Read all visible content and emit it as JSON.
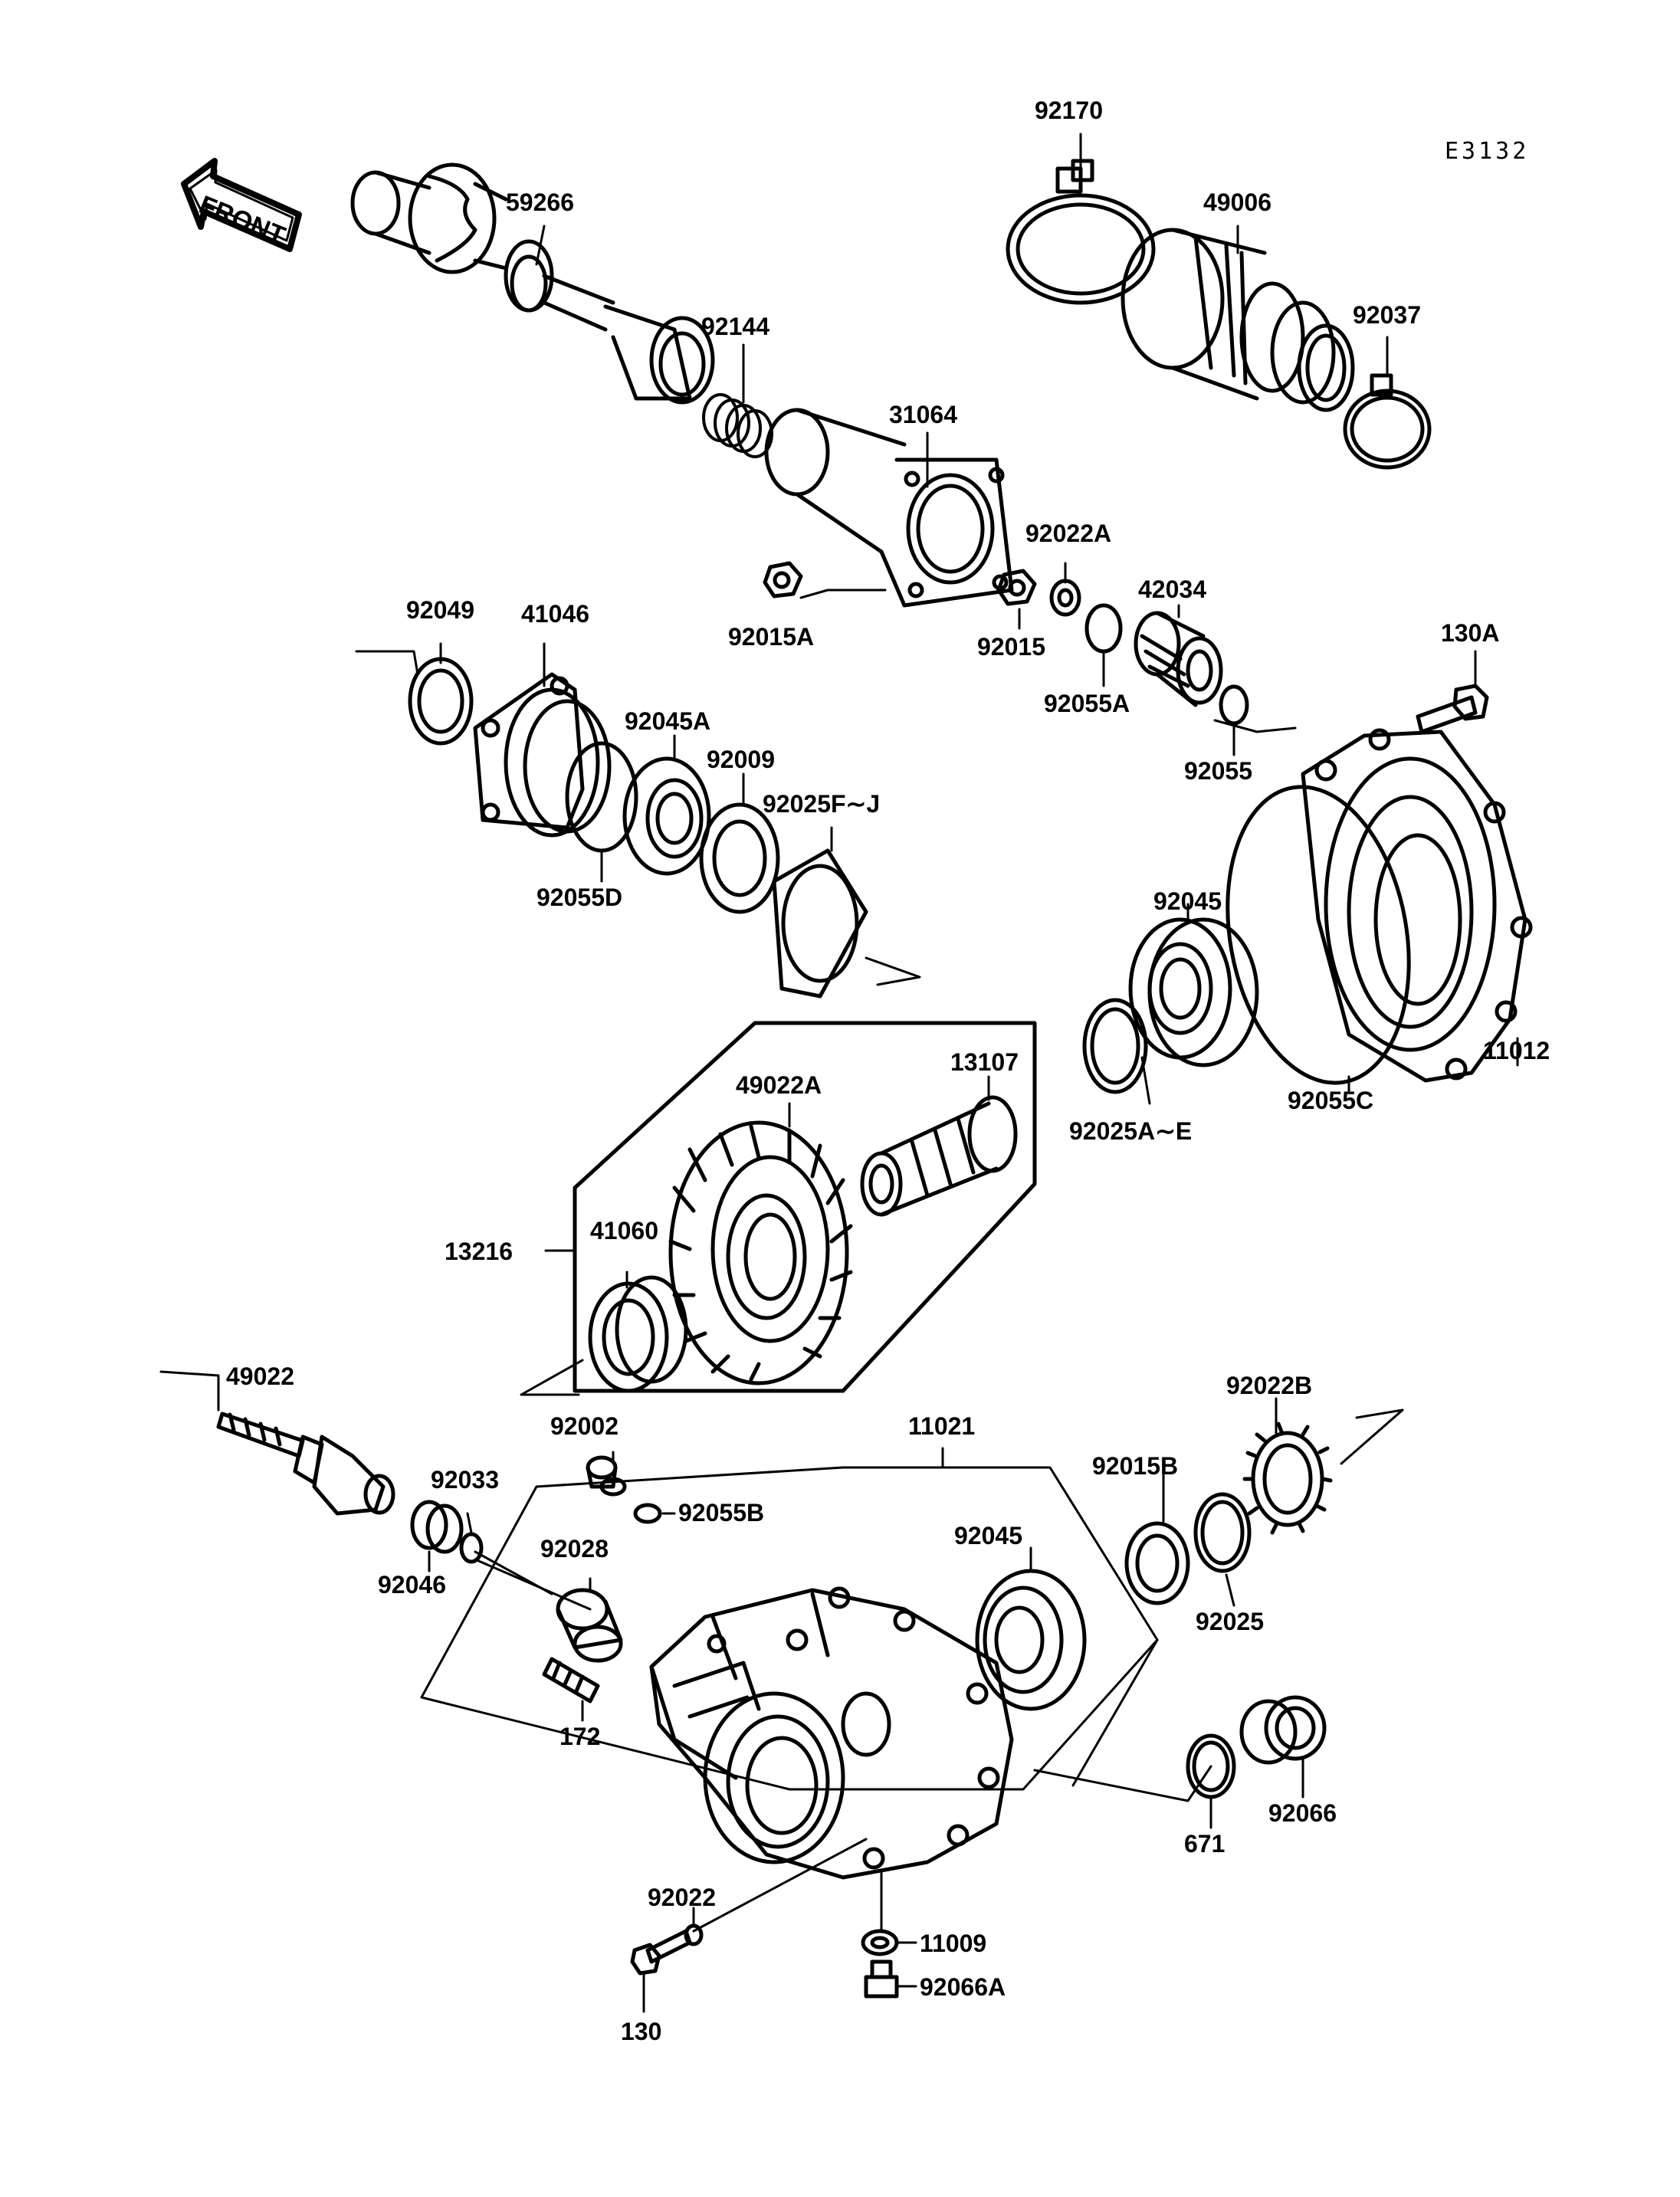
{
  "diagram_code": "E3132",
  "front_arrow": "FRONT",
  "parts": [
    {
      "id": "p92170",
      "label": "92170"
    },
    {
      "id": "p49006",
      "label": "49006"
    },
    {
      "id": "p92037",
      "label": "92037"
    },
    {
      "id": "p59266",
      "label": "59266"
    },
    {
      "id": "p92144",
      "label": "92144"
    },
    {
      "id": "p31064",
      "label": "31064"
    },
    {
      "id": "p92022A",
      "label": "92022A"
    },
    {
      "id": "p42034",
      "label": "42034"
    },
    {
      "id": "p92015A",
      "label": "92015A"
    },
    {
      "id": "p92015",
      "label": "92015"
    },
    {
      "id": "p92055A",
      "label": "92055A"
    },
    {
      "id": "p130A",
      "label": "130A"
    },
    {
      "id": "p92055",
      "label": "92055"
    },
    {
      "id": "p92049",
      "label": "92049"
    },
    {
      "id": "p41046",
      "label": "41046"
    },
    {
      "id": "p92045A",
      "label": "92045A"
    },
    {
      "id": "p92009",
      "label": "92009"
    },
    {
      "id": "p92025FJ",
      "label": "92025F∼J"
    },
    {
      "id": "p92055D",
      "label": "92055D"
    },
    {
      "id": "p92045a",
      "label": "92045"
    },
    {
      "id": "p11012",
      "label": "11012"
    },
    {
      "id": "p92055C",
      "label": "92055C"
    },
    {
      "id": "p92025AE",
      "label": "92025A∼E"
    },
    {
      "id": "p49022A",
      "label": "49022A"
    },
    {
      "id": "p13107",
      "label": "13107"
    },
    {
      "id": "p13216",
      "label": "13216"
    },
    {
      "id": "p41060",
      "label": "41060"
    },
    {
      "id": "p49022",
      "label": "49022"
    },
    {
      "id": "p92002",
      "label": "92002"
    },
    {
      "id": "p11021",
      "label": "11021"
    },
    {
      "id": "p92022B",
      "label": "92022B"
    },
    {
      "id": "p92015B",
      "label": "92015B"
    },
    {
      "id": "p92033",
      "label": "92033"
    },
    {
      "id": "p92055B",
      "label": "92055B"
    },
    {
      "id": "p92045b",
      "label": "92045"
    },
    {
      "id": "p92028",
      "label": "92028"
    },
    {
      "id": "p92046",
      "label": "92046"
    },
    {
      "id": "p92025",
      "label": "92025"
    },
    {
      "id": "p172",
      "label": "172"
    },
    {
      "id": "p671",
      "label": "671"
    },
    {
      "id": "p92066",
      "label": "92066"
    },
    {
      "id": "p92022",
      "label": "92022"
    },
    {
      "id": "p11009",
      "label": "11009"
    },
    {
      "id": "p92066A",
      "label": "92066A"
    },
    {
      "id": "p130",
      "label": "130"
    }
  ]
}
